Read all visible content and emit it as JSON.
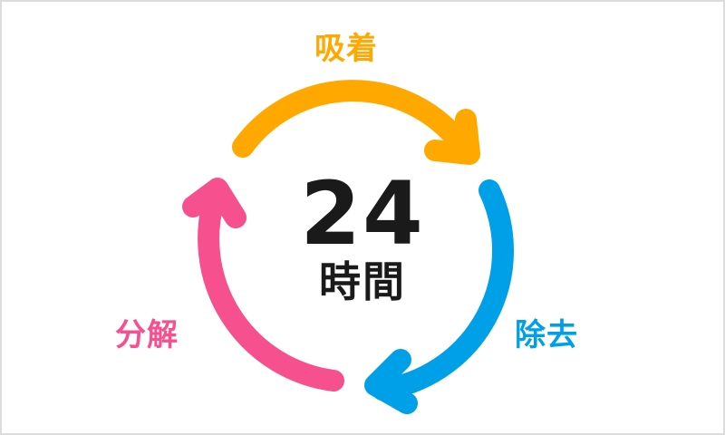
{
  "diagram": {
    "type": "cycle",
    "center": {
      "number": "24",
      "unit": "時間"
    },
    "steps": [
      {
        "label": "吸着",
        "position": "top",
        "color": "#ffa800"
      },
      {
        "label": "除去",
        "position": "right",
        "color": "#00a0e9"
      },
      {
        "label": "分解",
        "position": "left",
        "color": "#f7508f"
      }
    ],
    "colors": {
      "text": "#1a1a1a",
      "border": "#dcdcdc",
      "background": "#ffffff"
    }
  }
}
